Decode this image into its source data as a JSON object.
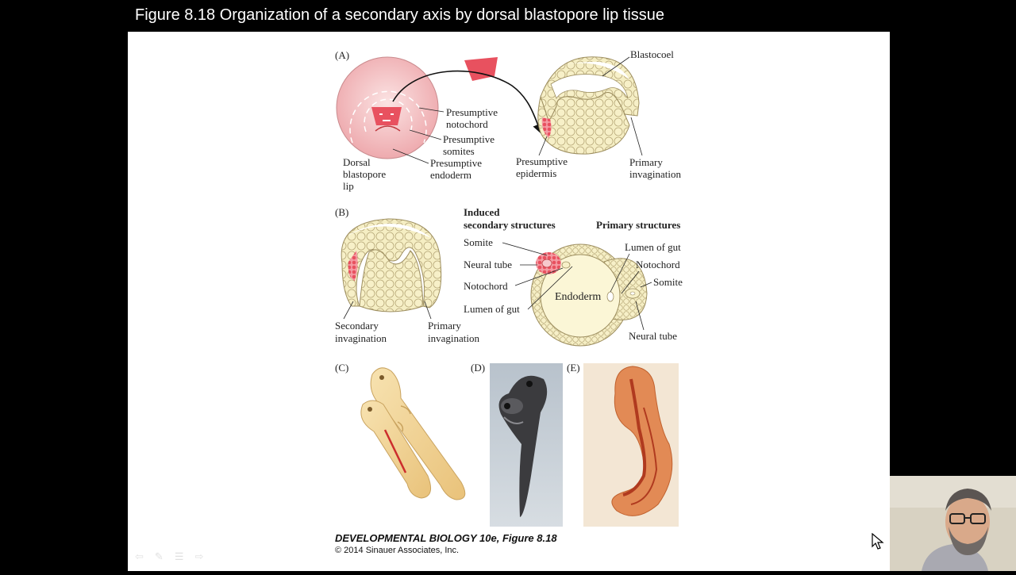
{
  "title": "Figure 8.18  Organization of a secondary axis by dorsal blastopore lip tissue",
  "panels": {
    "a": "(A)",
    "b": "(B)",
    "c": "(C)",
    "d": "(D)",
    "e": "(E)"
  },
  "panel_a_labels": {
    "blastocoel": "Blastocoel",
    "presumptive_notochord_1": "Presumptive",
    "presumptive_notochord_2": "notochord",
    "presumptive_somites_1": "Presumptive",
    "presumptive_somites_2": "somites",
    "presumptive_endoderm_1": "Presumptive",
    "presumptive_endoderm_2": "endoderm",
    "dorsal_lip_1": "Dorsal",
    "dorsal_lip_2": "blastopore",
    "dorsal_lip_3": "lip",
    "presumptive_epidermis_1": "Presumptive",
    "presumptive_epidermis_2": "epidermis",
    "primary_invagination_1": "Primary",
    "primary_invagination_2": "invagination"
  },
  "panel_b_labels": {
    "induced_head_1": "Induced",
    "induced_head_2": "secondary structures",
    "primary_head": "Primary structures",
    "somite_left": "Somite",
    "neural_tube_left": "Neural tube",
    "notochord_left": "Notochord",
    "lumen_left": "Lumen of gut",
    "lumen_right": "Lumen of gut",
    "notochord_right": "Notochord",
    "somite_right": "Somite",
    "endoderm": "Endoderm",
    "neural_tube_right": "Neural tube",
    "secondary_invagination_1": "Secondary",
    "secondary_invagination_2": "invagination",
    "primary_invagination_1": "Primary",
    "primary_invagination_2": "invagination"
  },
  "caption": {
    "line1_italic": "DEVELOPMENTAL BIOLOGY 10e",
    "line1_rest": ", Figure 8.18",
    "line2": "© 2014 Sinauer Associates, Inc."
  },
  "colors": {
    "tissue_pink": "#e8515f",
    "egg_pink": "#f6c9c9",
    "cell_fill": "#f5eec3",
    "cell_stroke": "#b8a97a",
    "embryo_yellow": "#f0d9a0",
    "embryo_orange": "#d9713f"
  }
}
